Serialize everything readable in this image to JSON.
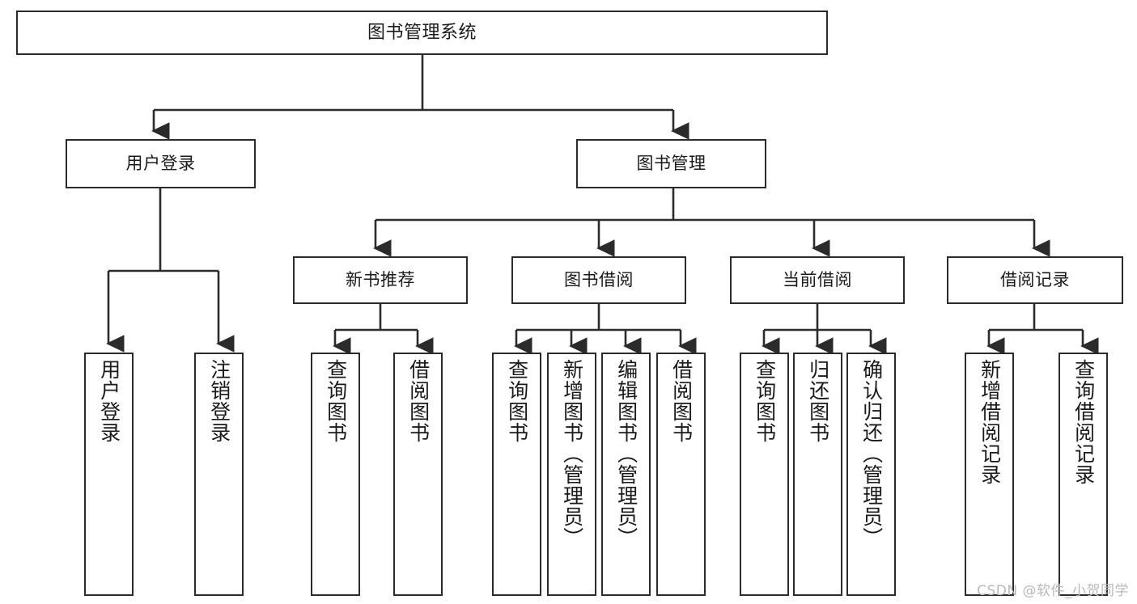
{
  "diagram": {
    "type": "tree-hierarchy",
    "title": "图书管理系统",
    "watermark": "CSDN @软件_小贺同学",
    "colors": {
      "stroke": "#2b2b2b",
      "fill": "#ffffff",
      "text": "#1a1a1a",
      "watermark": "#b9b9b9"
    },
    "nodes": {
      "root": {
        "label": "图书管理系统"
      },
      "level1": [
        {
          "id": "user-login",
          "label": "用户登录"
        },
        {
          "id": "book-manage",
          "label": "图书管理"
        }
      ],
      "level2": [
        {
          "id": "new-book-recommend",
          "label": "新书推荐"
        },
        {
          "id": "book-borrow",
          "label": "图书借阅"
        },
        {
          "id": "current-borrow",
          "label": "当前借阅"
        },
        {
          "id": "borrow-record",
          "label": "借阅记录"
        }
      ],
      "leaves": {
        "user-login": [
          {
            "id": "leaf-user-login",
            "label": "用户登录"
          },
          {
            "id": "leaf-logout-login",
            "label": "注销登录"
          }
        ],
        "new-book-recommend": [
          {
            "id": "leaf-query-book-1",
            "label": "查询图书"
          },
          {
            "id": "leaf-borrow-book-1",
            "label": "借阅图书"
          }
        ],
        "book-borrow": [
          {
            "id": "leaf-query-book-2",
            "label": "查询图书"
          },
          {
            "id": "leaf-add-book",
            "label": "新增图书（管理员）"
          },
          {
            "id": "leaf-edit-book",
            "label": "编辑图书（管理员）"
          },
          {
            "id": "leaf-borrow-book-2",
            "label": "借阅图书"
          }
        ],
        "current-borrow": [
          {
            "id": "leaf-query-book-3",
            "label": "查询图书"
          },
          {
            "id": "leaf-return-book",
            "label": "归还图书"
          },
          {
            "id": "leaf-confirm-return",
            "label": "确认归还（管理员）"
          }
        ],
        "borrow-record": [
          {
            "id": "leaf-add-record",
            "label": "新增借阅记录"
          },
          {
            "id": "leaf-query-record",
            "label": "查询借阅记录"
          }
        ]
      }
    }
  }
}
